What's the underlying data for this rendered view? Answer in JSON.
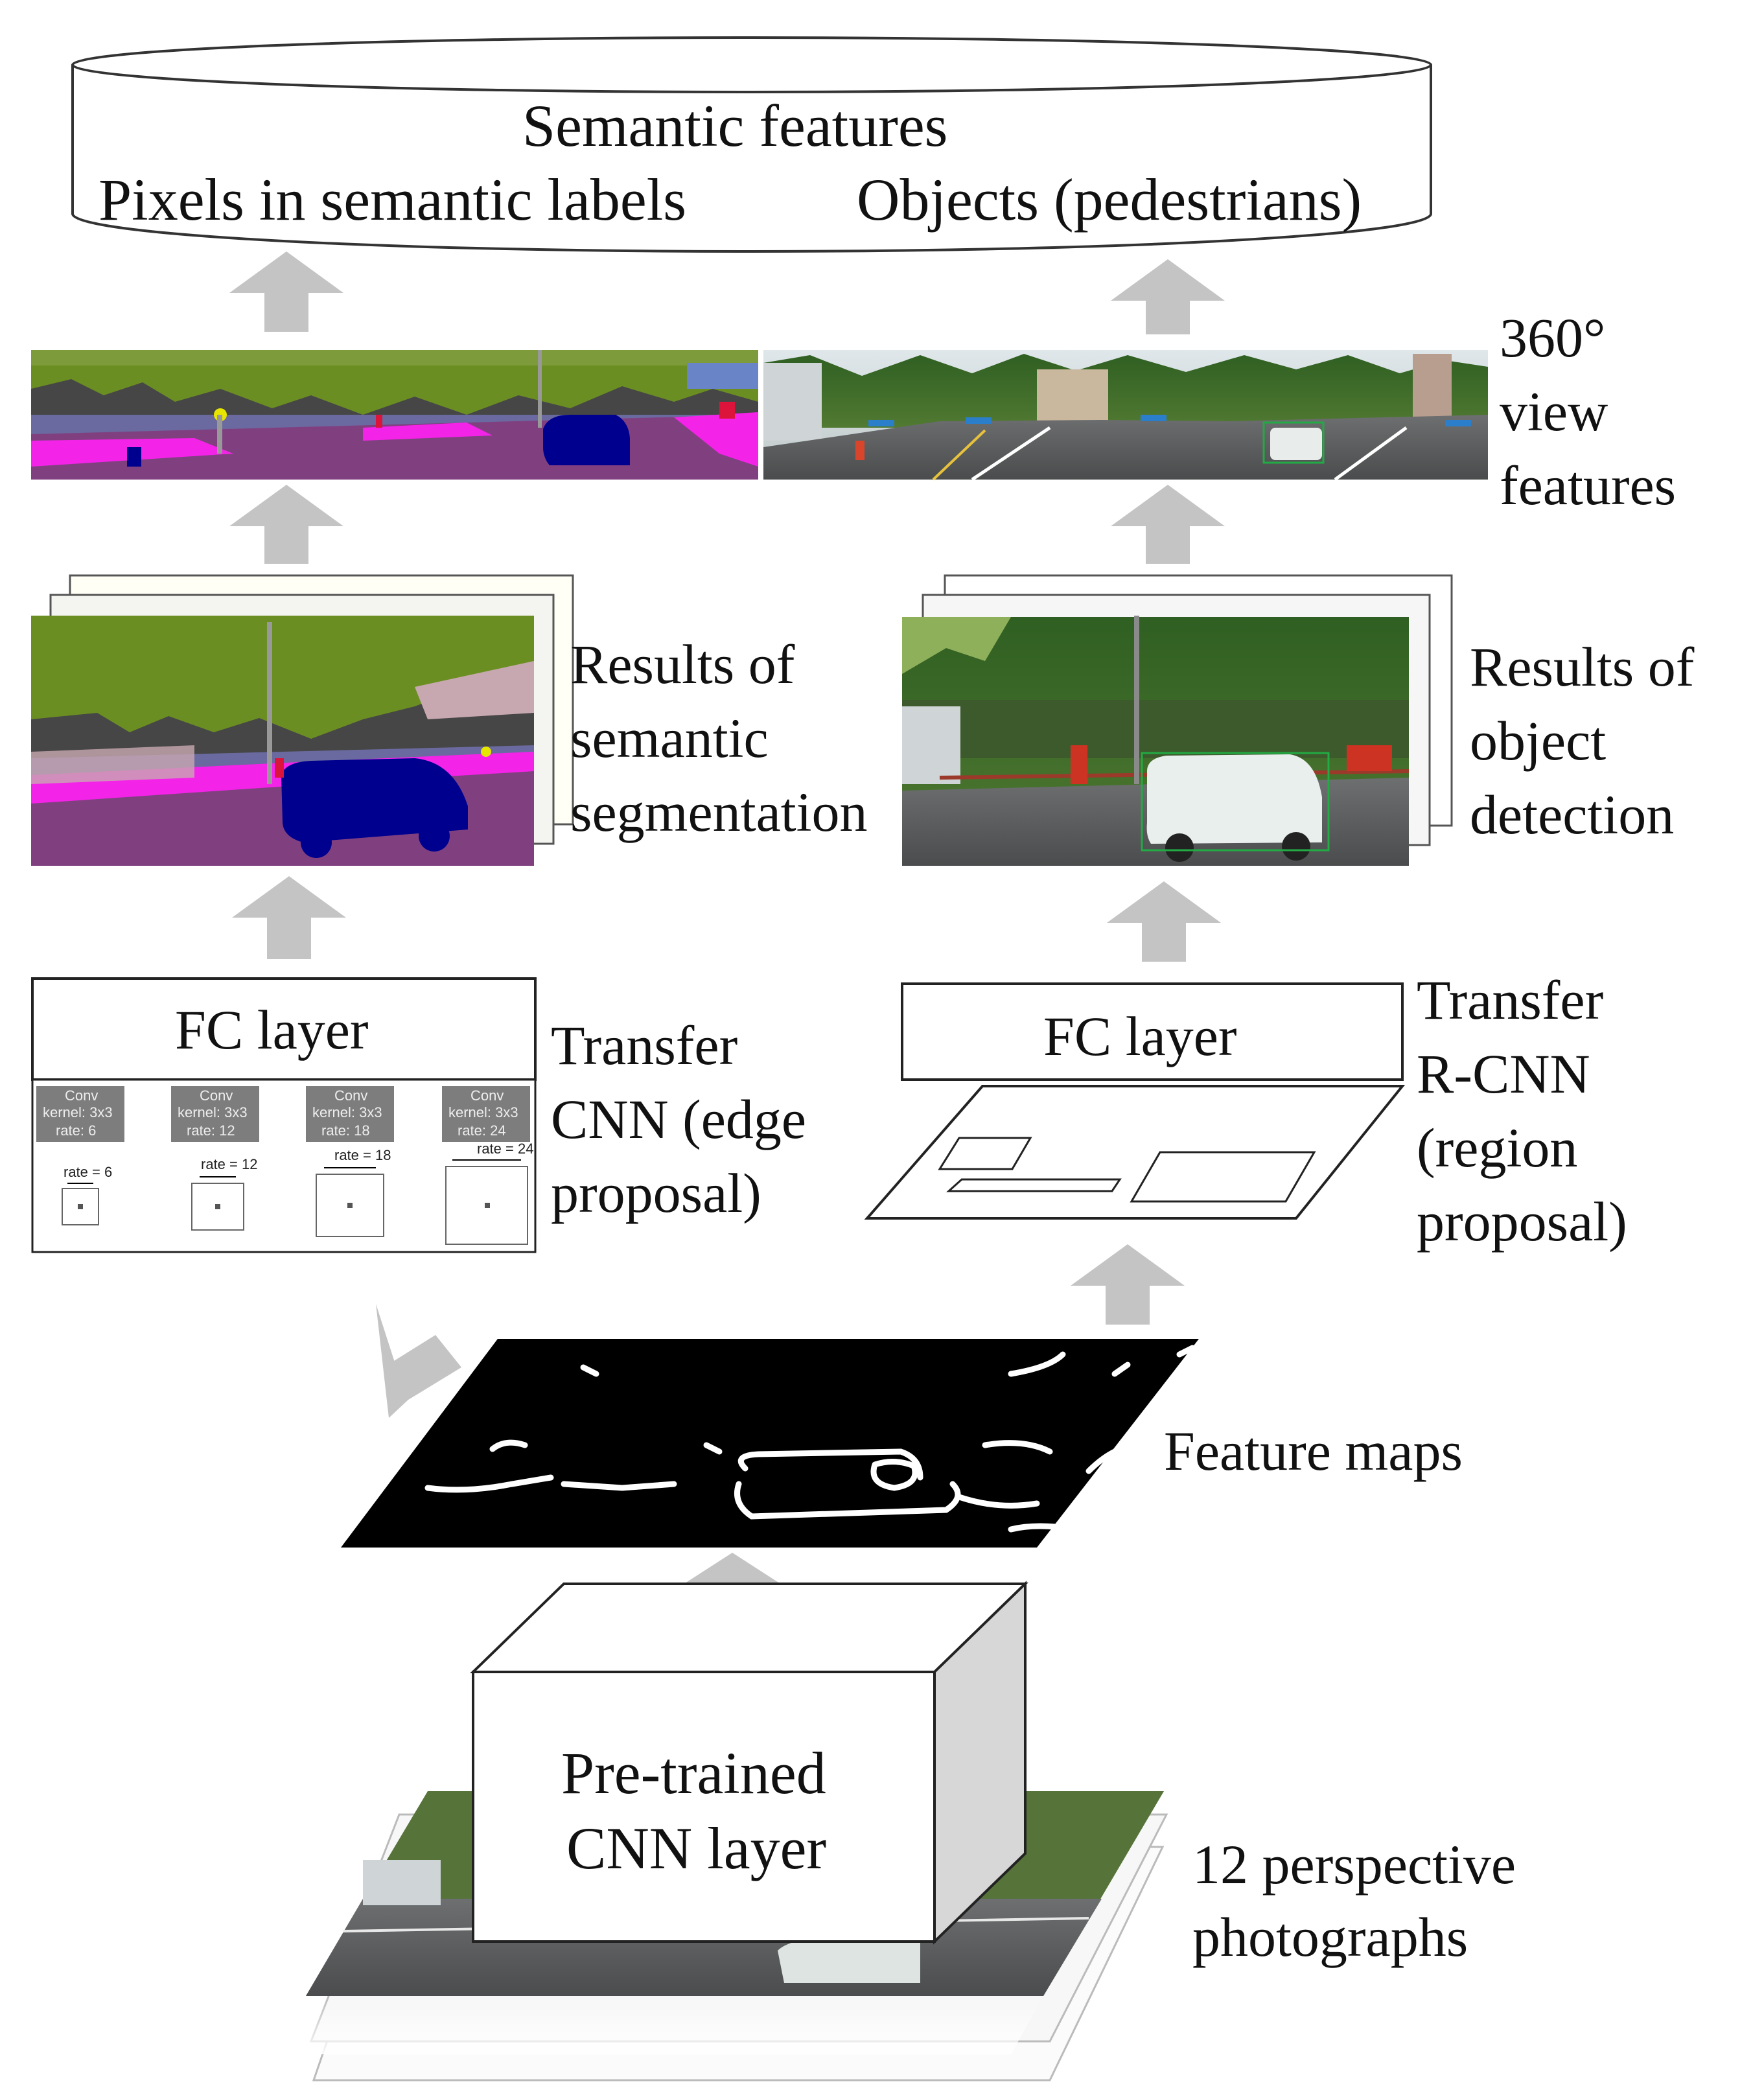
{
  "top_db": {
    "title": "Semantic features",
    "left": "Pixels in semantic labels",
    "right": "Objects (pedestrians)"
  },
  "view360": {
    "line1": "360°",
    "line2": "view",
    "line3": "features"
  },
  "seg_results": {
    "line1": "Results of",
    "line2": "semantic",
    "line3": "segmentation"
  },
  "det_results": {
    "line1": "Results of",
    "line2": "object",
    "line3": "detection"
  },
  "left_fc": {
    "label": "FC layer"
  },
  "right_fc": {
    "label": "FC layer"
  },
  "transfer_cnn": {
    "line1": "Transfer",
    "line2": "CNN (edge",
    "line3": "proposal)"
  },
  "transfer_rcnn": {
    "line1": "Transfer",
    "line2": "R-CNN",
    "line3": "(region",
    "line4": "proposal)"
  },
  "aspp": {
    "blocks": [
      {
        "conv": "Conv",
        "kernel": "kernel: 3x3",
        "rate": "rate: 6",
        "rate_label": "rate = 6"
      },
      {
        "conv": "Conv",
        "kernel": "kernel: 3x3",
        "rate": "rate: 12",
        "rate_label": "rate = 12"
      },
      {
        "conv": "Conv",
        "kernel": "kernel: 3x3",
        "rate": "rate: 18",
        "rate_label": "rate = 18"
      },
      {
        "conv": "Conv",
        "kernel": "kernel: 3x3",
        "rate": "rate: 24",
        "rate_label": "rate = 24"
      }
    ]
  },
  "feature_maps": {
    "label": "Feature maps"
  },
  "cnn_box": {
    "line1": "Pre-trained",
    "line2": "CNN layer"
  },
  "photos": {
    "line1": "12 perspective",
    "line2": "photographs"
  },
  "colors": {
    "arrow": "#c4c4c4",
    "seg_vegetation": "#6b8e23",
    "seg_road": "#804080",
    "seg_sidewalk": "#f423e8",
    "seg_building": "#464646",
    "seg_car": "#00008e",
    "seg_terrain": "#c8a8b0",
    "det_box": "#22aa44"
  }
}
